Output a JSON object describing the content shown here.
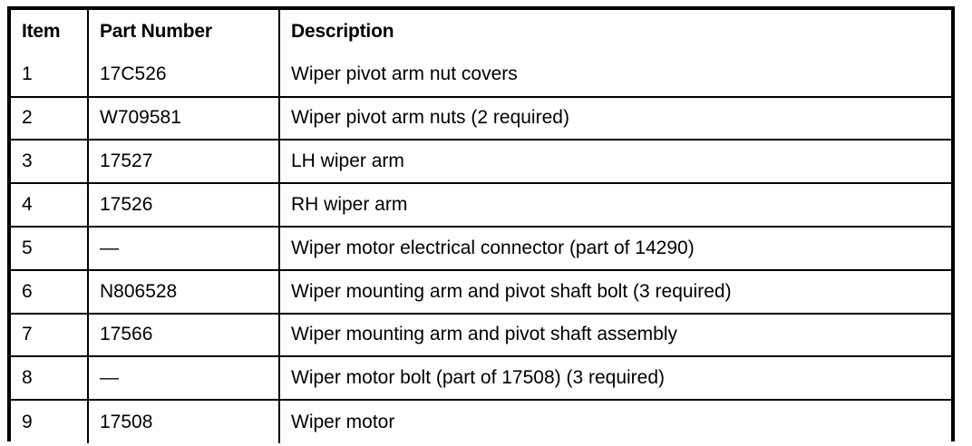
{
  "table": {
    "columns": [
      {
        "key": "item",
        "label": "Item"
      },
      {
        "key": "part_number",
        "label": "Part Number"
      },
      {
        "key": "description",
        "label": "Description"
      }
    ],
    "rows": [
      {
        "item": "1",
        "part_number": "17C526",
        "description": "Wiper pivot arm nut covers"
      },
      {
        "item": "2",
        "part_number": "W709581",
        "description": "Wiper pivot arm nuts (2 required)"
      },
      {
        "item": "3",
        "part_number": "17527",
        "description": "LH wiper arm"
      },
      {
        "item": "4",
        "part_number": "17526",
        "description": "RH wiper arm"
      },
      {
        "item": "5",
        "part_number": "—",
        "description": "Wiper motor electrical connector (part of 14290)"
      },
      {
        "item": "6",
        "part_number": "N806528",
        "description": "Wiper mounting arm and pivot shaft bolt (3 required)"
      },
      {
        "item": "7",
        "part_number": "17566",
        "description": "Wiper mounting arm and pivot shaft assembly"
      },
      {
        "item": "8",
        "part_number": "—",
        "description": "Wiper motor bolt (part of 17508) (3 required)"
      },
      {
        "item": "9",
        "part_number": "17508",
        "description": "Wiper motor"
      }
    ]
  },
  "colors": {
    "border": "#000000",
    "text": "#000000",
    "background": "#ffffff"
  }
}
